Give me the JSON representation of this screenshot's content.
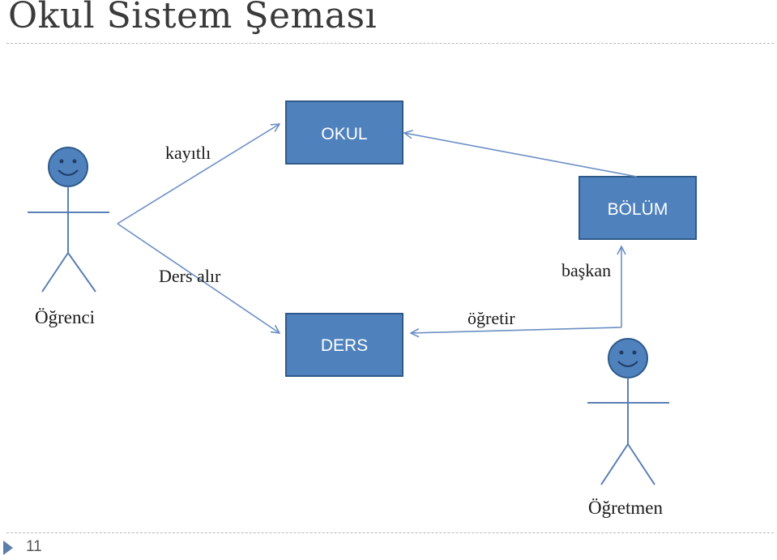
{
  "slide": {
    "title": "Okul Sistem Şeması",
    "page_number": "11"
  },
  "diagram": {
    "entities": {
      "okul": "OKUL",
      "bolum": "BÖLÜM",
      "ders": "DERS"
    },
    "actors": {
      "student": "Öğrenci",
      "teacher": "Öğretmen"
    },
    "relations": {
      "enrolled": "kayıtlı",
      "takes_course": "Ders alır",
      "teaches": "öğretir",
      "head": "başkan"
    }
  },
  "colors": {
    "box_fill": "#4f81bd",
    "box_stroke": "#2e5a8a",
    "line": "#6b8fc4"
  }
}
